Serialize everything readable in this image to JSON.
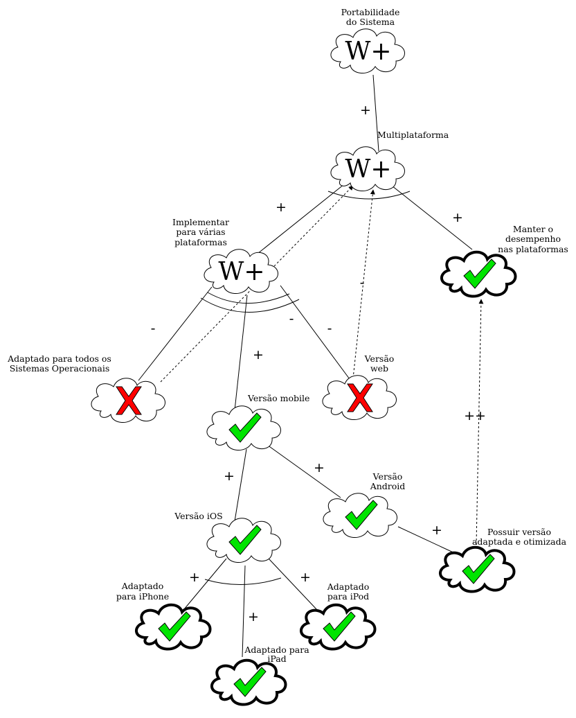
{
  "symbols": {
    "softgoal": "W+"
  },
  "colors": {
    "check": "#00e400",
    "cross": "#ff0000",
    "outline": "#000000"
  },
  "icons": {
    "satisfied": "check-icon",
    "denied": "cross-icon"
  },
  "nodes": {
    "portabilidade": {
      "label_l1": "Portabilidade",
      "label_l2": "do Sistema"
    },
    "multiplataforma": {
      "label_l1": "Multiplataforma"
    },
    "implementar": {
      "label_l1": "Implementar",
      "label_l2": "para várias",
      "label_l3": "plataformas"
    },
    "manter": {
      "label_l1": "Manter o",
      "label_l2": "desempenho",
      "label_l3": "nas plataformas"
    },
    "adaptado_todos": {
      "label_l1": "Adaptado para todos os",
      "label_l2": "Sistemas Operacionais"
    },
    "versao_web": {
      "label_l1": "Versão",
      "label_l2": "web"
    },
    "versao_mobile": {
      "label_l1": "Versão mobile"
    },
    "versao_android": {
      "label_l1": "Versão",
      "label_l2": "Android"
    },
    "versao_ios": {
      "label_l1": "Versão iOS"
    },
    "possuir": {
      "label_l1": "Possuir versão",
      "label_l2": "adaptada e otimizada"
    },
    "iphone": {
      "label_l1": "Adaptado",
      "label_l2": "para iPhone"
    },
    "ipod": {
      "label_l1": "Adaptado",
      "label_l2": "para iPod"
    },
    "ipad": {
      "label_l1": "Adaptado para",
      "label_l2": "iPad"
    }
  },
  "contributions": {
    "multi_to_portabilidade": "+",
    "implementar_to_multi": "+",
    "manter_to_multi": "+",
    "adaptado_to_implementar": "-",
    "mobile_to_implementar": "+",
    "web_to_implementar": "-",
    "adaptado_to_multi": "-",
    "web_to_multi": "-",
    "possuir_to_manter": "++",
    "ios_to_mobile": "+",
    "android_to_mobile": "+",
    "possuir_to_android": "+",
    "iphone_to_ios": "+",
    "ipad_to_ios": "+",
    "ipod_to_ios": "+"
  }
}
